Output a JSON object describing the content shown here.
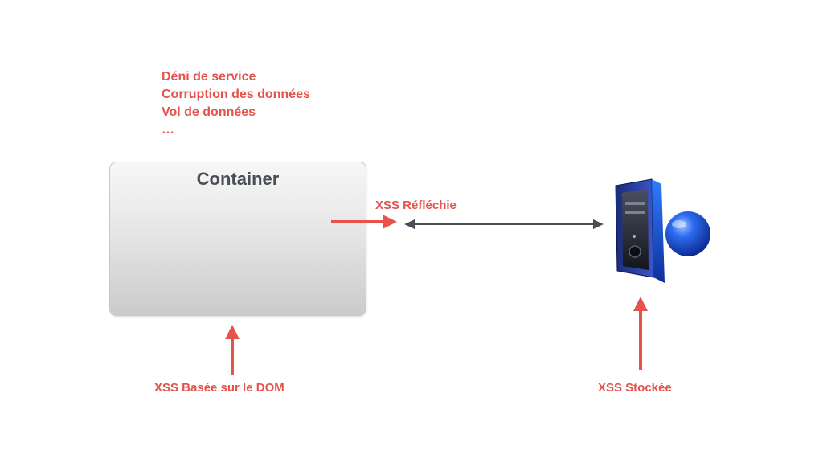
{
  "impacts": [
    "Déni de service",
    "Corruption des données",
    "Vol de données",
    "…"
  ],
  "container": {
    "title": "Container"
  },
  "labels": {
    "reflected": "XSS Réfléchie",
    "dom": "XSS Basée sur le DOM",
    "stored": "XSS Stockée"
  },
  "icons": {
    "server": "server-icon"
  },
  "colors": {
    "attack": "#e5534b",
    "connection": "#4a4e57",
    "server_body": "#2b3a8c",
    "server_accent": "#1f5be0"
  }
}
